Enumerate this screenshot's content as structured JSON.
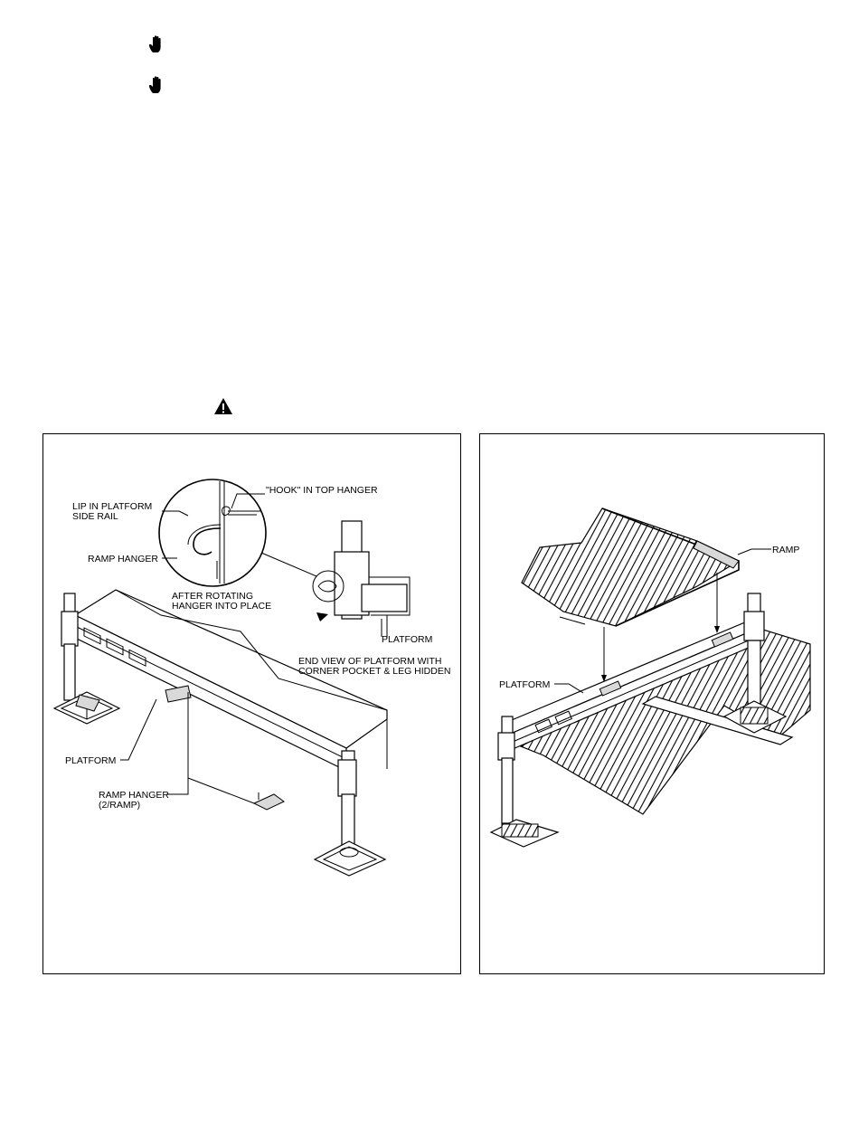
{
  "icons": {
    "stop_hand_1": "stop-hand-icon",
    "stop_hand_2": "stop-hand-icon",
    "warning": "warning-triangle-icon"
  },
  "figure_left": {
    "labels": {
      "lip_line1": "LIP IN PLATFORM",
      "lip_line2": "SIDE RAIL",
      "hook": "\"HOOK\" IN TOP HANGER",
      "ramp_hanger": "RAMP HANGER",
      "after_line1": "AFTER ROTATING",
      "after_line2": "HANGER INTO PLACE",
      "platform_detail": "PLATFORM",
      "end_view_line1": "END VIEW OF PLATFORM WITH",
      "end_view_line2": "CORNER POCKET & LEG HIDDEN",
      "platform": "PLATFORM",
      "ramp_hanger_count_line1": "RAMP HANGER",
      "ramp_hanger_count_line2": "(2/RAMP)"
    }
  },
  "figure_right": {
    "labels": {
      "ramp": "RAMP",
      "platform": "PLATFORM"
    }
  }
}
